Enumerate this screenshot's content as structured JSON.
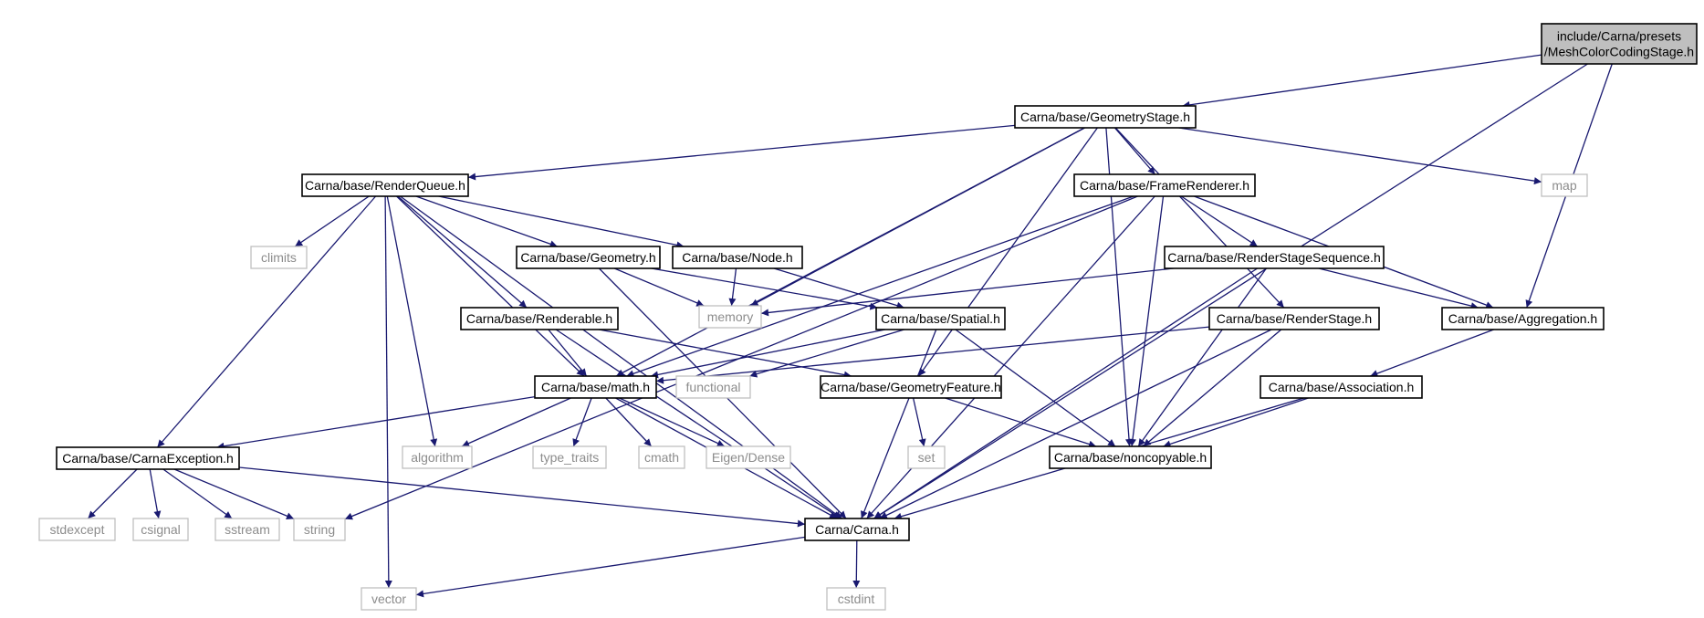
{
  "graph": {
    "nodes": [
      {
        "id": "root",
        "lines": [
          "include/Carna/presets",
          "/MeshColorCodingStage.h"
        ],
        "kind": "root"
      },
      {
        "id": "geomstage",
        "lines": [
          "Carna/base/GeometryStage.h"
        ],
        "kind": "doc"
      },
      {
        "id": "renderqueue",
        "lines": [
          "Carna/base/RenderQueue.h"
        ],
        "kind": "doc"
      },
      {
        "id": "framerenderer",
        "lines": [
          "Carna/base/FrameRenderer.h"
        ],
        "kind": "doc"
      },
      {
        "id": "map",
        "lines": [
          "map"
        ],
        "kind": "ext"
      },
      {
        "id": "climits",
        "lines": [
          "climits"
        ],
        "kind": "ext"
      },
      {
        "id": "geometry",
        "lines": [
          "Carna/base/Geometry.h"
        ],
        "kind": "doc"
      },
      {
        "id": "node",
        "lines": [
          "Carna/base/Node.h"
        ],
        "kind": "doc"
      },
      {
        "id": "rss",
        "lines": [
          "Carna/base/RenderStageSequence.h"
        ],
        "kind": "doc"
      },
      {
        "id": "memory",
        "lines": [
          "memory"
        ],
        "kind": "ext"
      },
      {
        "id": "renderable",
        "lines": [
          "Carna/base/Renderable.h"
        ],
        "kind": "doc"
      },
      {
        "id": "spatial",
        "lines": [
          "Carna/base/Spatial.h"
        ],
        "kind": "doc"
      },
      {
        "id": "renderstage",
        "lines": [
          "Carna/base/RenderStage.h"
        ],
        "kind": "doc"
      },
      {
        "id": "aggregation",
        "lines": [
          "Carna/base/Aggregation.h"
        ],
        "kind": "doc"
      },
      {
        "id": "functional",
        "lines": [
          "functional"
        ],
        "kind": "ext"
      },
      {
        "id": "math",
        "lines": [
          "Carna/base/math.h"
        ],
        "kind": "doc"
      },
      {
        "id": "geomfeature",
        "lines": [
          "Carna/base/GeometryFeature.h"
        ],
        "kind": "doc"
      },
      {
        "id": "association",
        "lines": [
          "Carna/base/Association.h"
        ],
        "kind": "doc"
      },
      {
        "id": "carnaexc",
        "lines": [
          "Carna/base/CarnaException.h"
        ],
        "kind": "doc"
      },
      {
        "id": "algorithm",
        "lines": [
          "algorithm"
        ],
        "kind": "ext"
      },
      {
        "id": "type_traits",
        "lines": [
          "type_traits"
        ],
        "kind": "ext"
      },
      {
        "id": "cmath",
        "lines": [
          "cmath"
        ],
        "kind": "ext"
      },
      {
        "id": "eigen",
        "lines": [
          "Eigen/Dense"
        ],
        "kind": "ext"
      },
      {
        "id": "set",
        "lines": [
          "set"
        ],
        "kind": "ext"
      },
      {
        "id": "noncopyable",
        "lines": [
          "Carna/base/noncopyable.h"
        ],
        "kind": "doc"
      },
      {
        "id": "stdexcept",
        "lines": [
          "stdexcept"
        ],
        "kind": "ext"
      },
      {
        "id": "csignal",
        "lines": [
          "csignal"
        ],
        "kind": "ext"
      },
      {
        "id": "sstream",
        "lines": [
          "sstream"
        ],
        "kind": "ext"
      },
      {
        "id": "string",
        "lines": [
          "string"
        ],
        "kind": "ext"
      },
      {
        "id": "carna",
        "lines": [
          "Carna/Carna.h"
        ],
        "kind": "doc"
      },
      {
        "id": "vector",
        "lines": [
          "vector"
        ],
        "kind": "ext"
      },
      {
        "id": "cstdint",
        "lines": [
          "cstdint"
        ],
        "kind": "ext"
      }
    ],
    "edges": [
      [
        "root",
        "geomstage"
      ],
      [
        "root",
        "aggregation"
      ],
      [
        "root",
        "carna"
      ],
      [
        "geomstage",
        "renderqueue"
      ],
      [
        "geomstage",
        "memory"
      ],
      [
        "geomstage",
        "math"
      ],
      [
        "geomstage",
        "framerenderer"
      ],
      [
        "geomstage",
        "map"
      ],
      [
        "geomstage",
        "geomfeature"
      ],
      [
        "geomstage",
        "renderstage"
      ],
      [
        "geomstage",
        "noncopyable"
      ],
      [
        "renderqueue",
        "vector"
      ],
      [
        "renderqueue",
        "carnaexc"
      ],
      [
        "renderqueue",
        "carna"
      ],
      [
        "renderqueue",
        "climits"
      ],
      [
        "renderqueue",
        "algorithm"
      ],
      [
        "renderqueue",
        "renderable"
      ],
      [
        "renderqueue",
        "math"
      ],
      [
        "renderqueue",
        "geometry"
      ],
      [
        "renderqueue",
        "node"
      ],
      [
        "framerenderer",
        "string"
      ],
      [
        "framerenderer",
        "math"
      ],
      [
        "framerenderer",
        "noncopyable"
      ],
      [
        "framerenderer",
        "rss"
      ],
      [
        "framerenderer",
        "aggregation"
      ],
      [
        "framerenderer",
        "carna"
      ],
      [
        "geometry",
        "carna"
      ],
      [
        "geometry",
        "memory"
      ],
      [
        "geometry",
        "spatial"
      ],
      [
        "node",
        "memory"
      ],
      [
        "node",
        "spatial"
      ],
      [
        "rss",
        "memory"
      ],
      [
        "rss",
        "noncopyable"
      ],
      [
        "rss",
        "aggregation"
      ],
      [
        "rss",
        "carna"
      ],
      [
        "renderable",
        "math"
      ],
      [
        "renderable",
        "carna"
      ],
      [
        "renderable",
        "geomfeature"
      ],
      [
        "spatial",
        "math"
      ],
      [
        "spatial",
        "functional"
      ],
      [
        "spatial",
        "carna"
      ],
      [
        "spatial",
        "noncopyable"
      ],
      [
        "renderstage",
        "math"
      ],
      [
        "renderstage",
        "noncopyable"
      ],
      [
        "renderstage",
        "carna"
      ],
      [
        "aggregation",
        "association"
      ],
      [
        "math",
        "carnaexc"
      ],
      [
        "math",
        "algorithm"
      ],
      [
        "math",
        "type_traits"
      ],
      [
        "math",
        "cmath"
      ],
      [
        "math",
        "eigen"
      ],
      [
        "math",
        "carna"
      ],
      [
        "geomfeature",
        "set"
      ],
      [
        "geomfeature",
        "noncopyable"
      ],
      [
        "association",
        "noncopyable"
      ],
      [
        "association",
        "carna"
      ],
      [
        "carnaexc",
        "stdexcept"
      ],
      [
        "carnaexc",
        "csignal"
      ],
      [
        "carnaexc",
        "sstream"
      ],
      [
        "carnaexc",
        "string"
      ],
      [
        "carnaexc",
        "carna"
      ],
      [
        "carna",
        "vector"
      ],
      [
        "carna",
        "cstdint"
      ]
    ]
  }
}
